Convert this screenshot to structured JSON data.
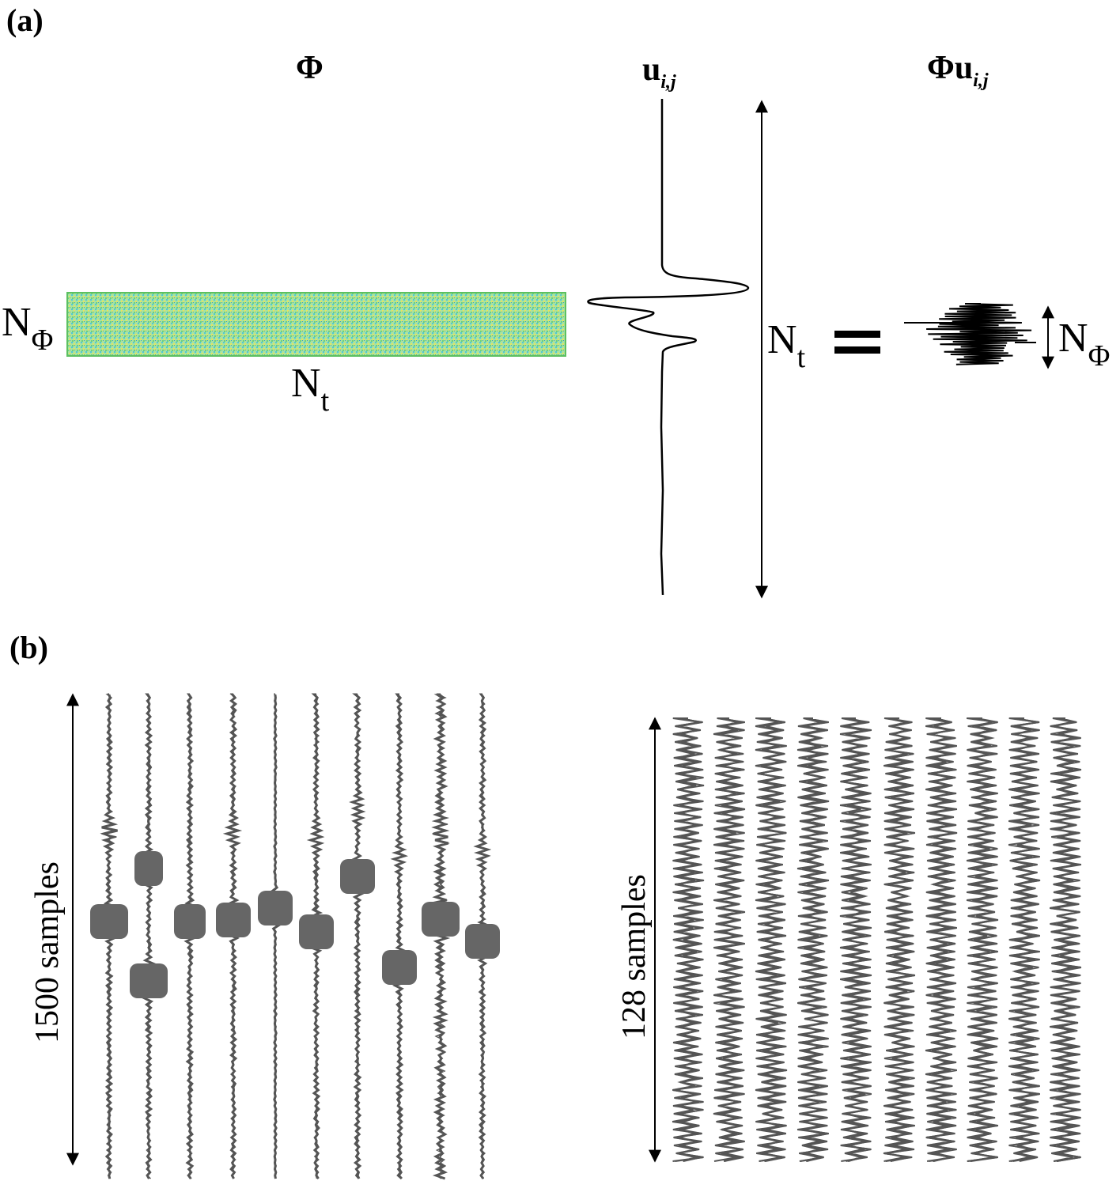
{
  "panel_a": {
    "label": "(a)",
    "phi_symbol": "Φ",
    "u_symbol": "u",
    "u_subscript": "i,j",
    "phiu_symbol": "Φu",
    "phiu_subscript": "i,j",
    "n_letter": "N",
    "phi_sub": "Φ",
    "t_sub": "t",
    "equals": "="
  },
  "panel_b": {
    "label": "(b)",
    "left_axis_label": "1500 samples",
    "right_axis_label": "128 samples"
  },
  "colors": {
    "matrix_fill": "#a8e3a0",
    "trace": "#555555",
    "line": "#000000"
  }
}
